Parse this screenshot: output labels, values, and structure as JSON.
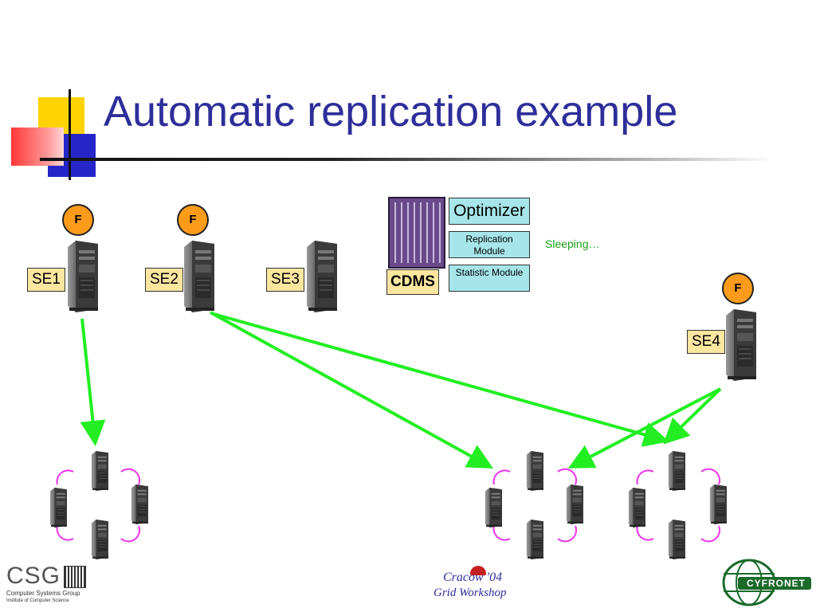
{
  "slide": {
    "title": "Automatic replication example"
  },
  "diagram": {
    "storage_elements": [
      "SE1",
      "SE2",
      "SE3",
      "SE4"
    ],
    "file_badge": "F",
    "cdms": {
      "label": "CDMS",
      "modules": [
        "Optimizer",
        "Replication Module",
        "Statistic Module"
      ],
      "status": "Sleeping…"
    },
    "colors": {
      "arrows": "#22ee22",
      "cluster_arcs": "#ee33ee",
      "se_label_fill": "#fbe6a0",
      "module_fill": "#a6e6ea",
      "badge_fill": "#ff9b1a",
      "title": "#2e2e9a"
    }
  },
  "footer": {
    "left_logo": {
      "mark": "CSG",
      "line1": "Computer Systems Group",
      "line2": "Institute of Computer Science"
    },
    "center_logo": {
      "line1": "Cracow '04",
      "line2": "Grid Workshop"
    },
    "right_logo": {
      "text": "CYFRONET"
    }
  }
}
